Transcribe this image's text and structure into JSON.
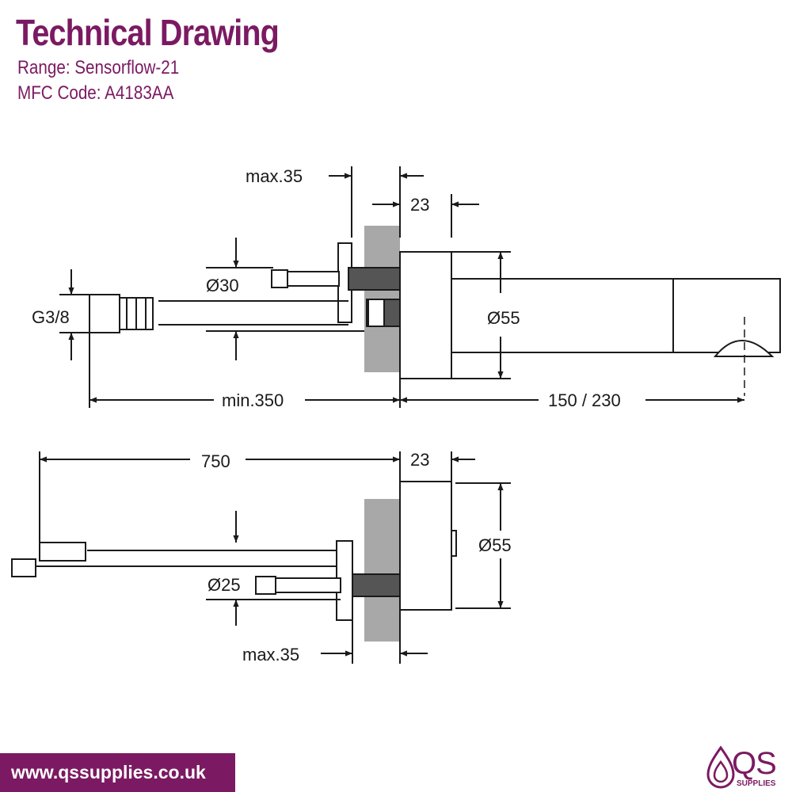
{
  "header": {
    "title": "Technical Drawing",
    "range_label": "Range:",
    "range_value": "Sensorflow-21",
    "code_label": "MFC Code:",
    "code_value": "A4183AA"
  },
  "drawing_top": {
    "max35": "max.35",
    "d23": "23",
    "d30": "Ø30",
    "g38": "G3/8",
    "d55": "Ø55",
    "min350": "min.350",
    "d150_230": "150 / 230"
  },
  "drawing_bottom": {
    "d750": "750",
    "d23": "23",
    "d55": "Ø55",
    "d25": "Ø25",
    "max35": "max.35"
  },
  "footer": {
    "url": "www.qssupplies.co.uk",
    "logo_text": "QS",
    "logo_sub": "SUPPLIES"
  },
  "colors": {
    "brand": "#7b1a62",
    "wall": "#a8a8a8",
    "line": "#1a1a1a"
  }
}
